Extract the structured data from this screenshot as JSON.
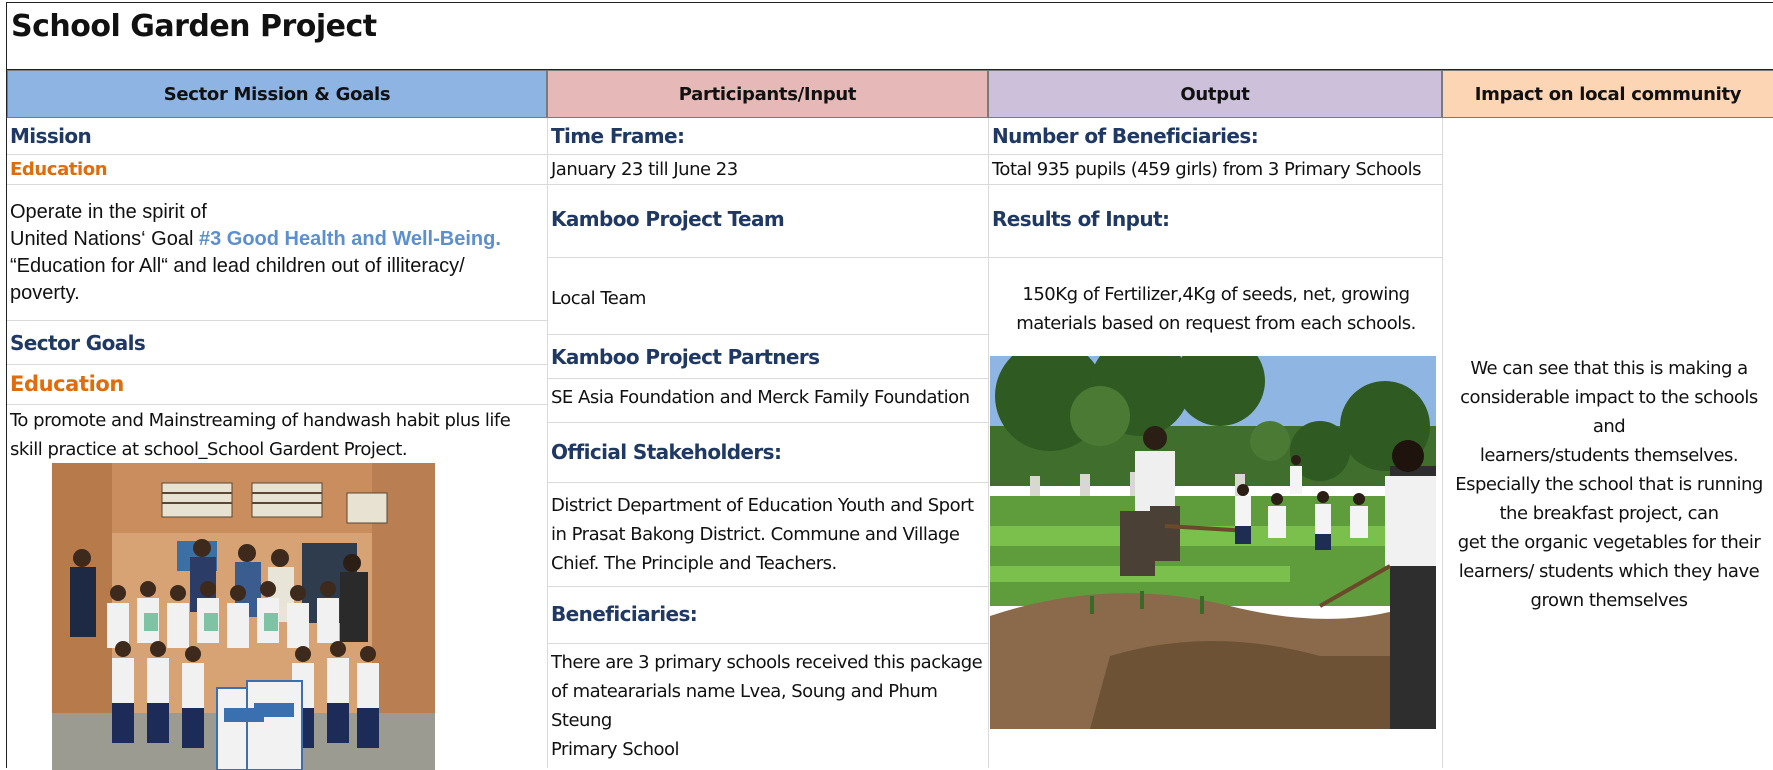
{
  "title": "School Garden Project",
  "headers": {
    "mission_goals": "Sector Mission & Goals",
    "participants": "Participants/Input",
    "output": "Output",
    "impact": "Impact on local community"
  },
  "mission": {
    "label": "Mission",
    "sub_label": "Education",
    "text_line1": "Operate in the spirit of",
    "text_line2_prefix": "United Nations‘ Goal ",
    "text_line2_goal": "#3 Good Health and Well-Being.",
    "text_line3": "“Education for All“ and lead children out of illiteracy/",
    "text_line4": "poverty."
  },
  "sector_goals": {
    "label": "Sector Goals",
    "sub_label": "Education",
    "text_line1": "To promote and Mainstreaming of handwash habit plus life",
    "text_line2": "skill practice at school_School Gardent Project."
  },
  "participants": {
    "time_frame_label": "Time Frame:",
    "time_frame_value": "January 23 till June 23",
    "team_label": "Kamboo Project Team",
    "team_value": "Local Team",
    "partners_label": "Kamboo Project Partners",
    "partners_value": "SE Asia Foundation and Merck Family Foundation",
    "stakeholders_label": "Official Stakeholders:",
    "stakeholders_line1": "District Department of Education Youth and Sport",
    "stakeholders_line2": "in Prasat Bakong District. Commune and Village",
    "stakeholders_line3": "Chief. The Principle and Teachers.",
    "beneficiaries_label": "Beneficiaries:",
    "beneficiaries_line1": "There are 3 primary schools received this package",
    "beneficiaries_line2": "of mateararials name Lvea, Soung and Phum Steung",
    "beneficiaries_line3": "Primary School"
  },
  "output": {
    "beneficiaries_label": "Number of Beneficiaries:",
    "beneficiaries_value": "Total 935 pupils (459 girls) from 3 Primary Schools",
    "results_label": "Results of Input:",
    "results_line1": "150Kg of Fertilizer,4Kg of seeds, net, growing",
    "results_line2": "materials based on request from each schools."
  },
  "impact": {
    "lines": [
      "We can see that this is making a",
      "considerable impact to the schools",
      "and",
      "learners/students themselves.",
      "Especially the school that is running",
      "the breakfast project, can",
      "get the organic vegetables for their",
      "learners/ students which they have",
      "grown themselves"
    ]
  },
  "colors": {
    "header_mission": "#8eb4e3",
    "header_participants": "#e6b9b8",
    "header_output": "#ccc0da",
    "header_impact": "#fcd5b4",
    "label_navy": "#1f3864",
    "label_orange": "#e26b0a",
    "goal_blue": "#5b8fd0"
  }
}
